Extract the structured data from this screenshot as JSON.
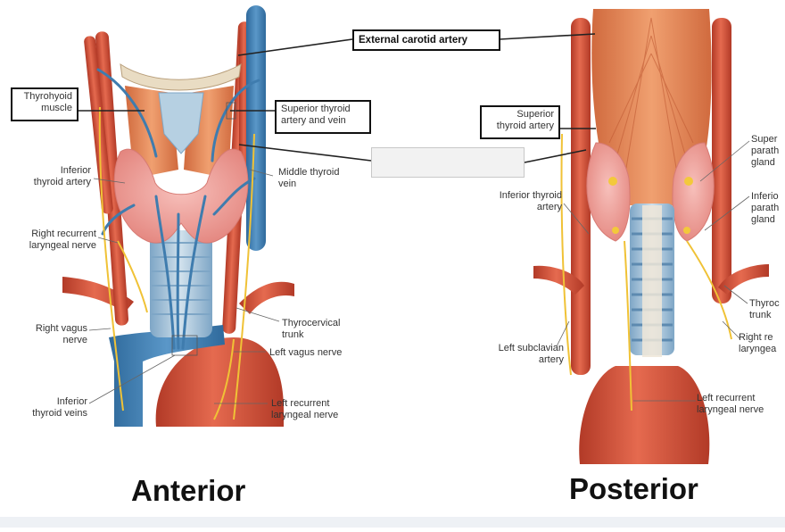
{
  "views": {
    "anterior": "Anterior",
    "posterior": "Posterior"
  },
  "labels": {
    "external_carotid_artery": "External carotid artery",
    "thyrohyoid_muscle": "Thyrohyoid\nmuscle",
    "superior_thyroid_artery_and_vein": "Superior thyroid\nartery and vein",
    "inferior_thyroid_artery_anterior": "Inferior\nthyroid artery",
    "middle_thyroid_vein": "Middle thyroid\nvein",
    "right_recurrent_laryngeal_nerve": "Right recurrent\nlaryngeal nerve",
    "right_vagus_nerve": "Right vagus\nnerve",
    "thyrocervical_trunk_anterior": "Thyrocervical\ntrunk",
    "left_vagus_nerve": "Left vagus nerve",
    "inferior_thyroid_veins": "Inferior\nthyroid veins",
    "left_recurrent_laryngeal_nerve_anterior": "Left recurrent\nlaryngeal nerve",
    "superior_thyroid_artery_posterior": "Superior\nthyroid artery",
    "inferior_thyroid_artery_posterior": "Inferior thyroid\nartery",
    "left_subclavian_artery": "Left subclavian\nartery",
    "left_recurrent_laryngeal_nerve_posterior": "Left recurrent\nlaryngeal nerve",
    "superior_parathyroid_gland": "Super\nparath\ngland",
    "inferior_parathyroid_gland": "Inferio\nparath\ngland",
    "thyrocervical_trunk_posterior": "Thyroc\ntrunk",
    "right_recurrent_laryngeal_posterior": "Right re\nlaryngea"
  },
  "colors": {
    "artery": "#d9573f",
    "artery_dark": "#b23a27",
    "vein": "#4a86b8",
    "thyroid": "#f3a7a2",
    "muscle": "#e88a5c",
    "nerve": "#f3c93b",
    "trachea": "#a8c6dc",
    "cartilage": "#e9dcc3",
    "leader_line": "#222222"
  }
}
